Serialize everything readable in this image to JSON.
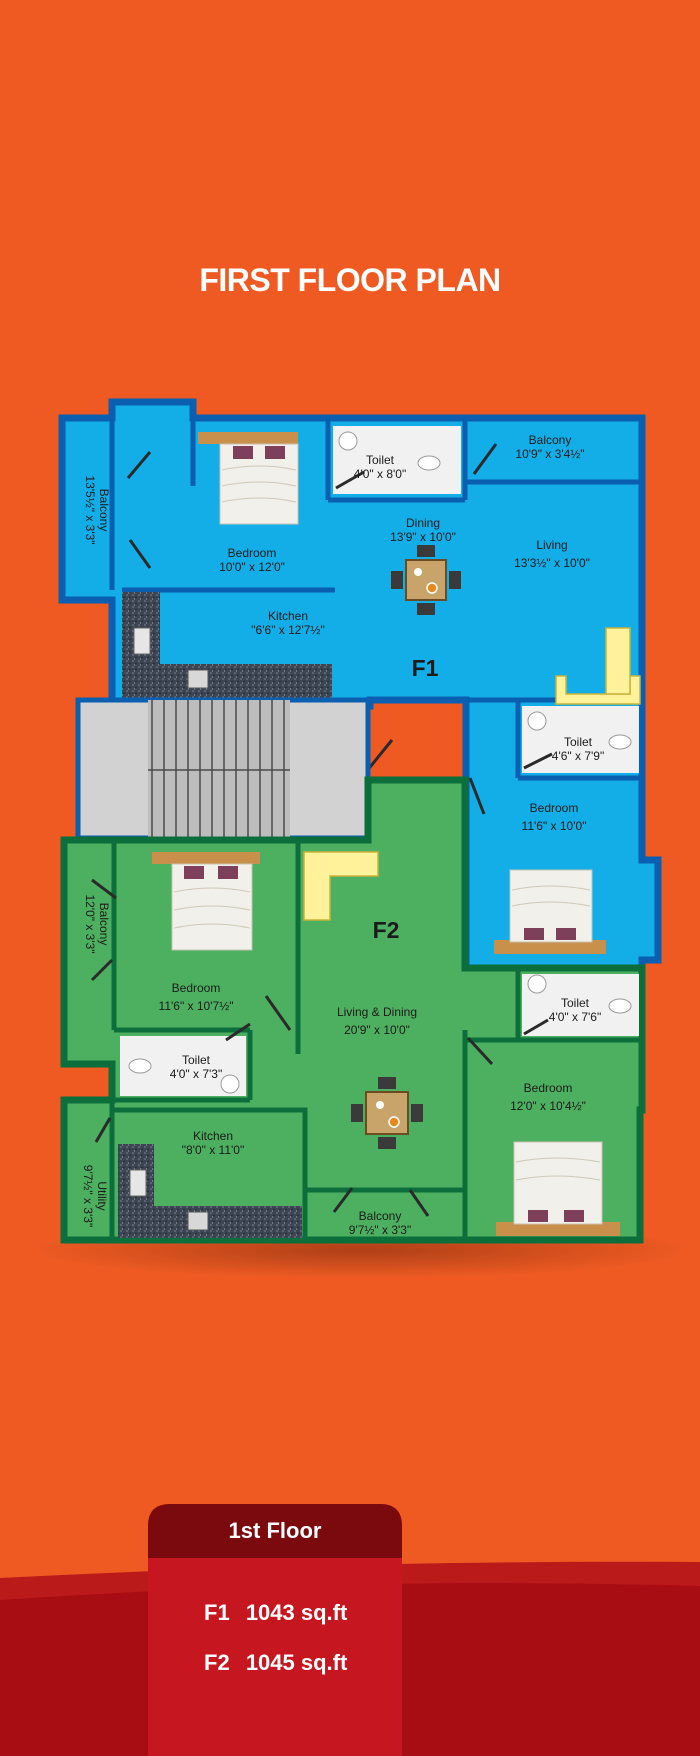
{
  "title": "FIRST FLOOR PLAN",
  "units": {
    "f1": "F1",
    "f2": "F2"
  },
  "rooms": {
    "f1_balcony_left": {
      "name": "Balcony",
      "size": "13'5½\" x 3'3\""
    },
    "f1_bedroom_top": {
      "name": "Bedroom",
      "size": "10'0\" x 12'0\""
    },
    "f1_toilet_top": {
      "name": "Toilet",
      "size": "4'0\" x 8'0\""
    },
    "f1_balcony_top": {
      "name": "Balcony",
      "size": "10'9\" x 3'4½\""
    },
    "f1_dining": {
      "name": "Dining",
      "size": "13'9\" x 10'0\""
    },
    "f1_living": {
      "name": "Living",
      "size": "13'3½\" x 10'0\""
    },
    "f1_kitchen": {
      "name": "Kitchen",
      "size": "\"6'6\" x 12'7½\""
    },
    "f1_toilet_right": {
      "name": "Toilet",
      "size": "4'6\" x 7'9\""
    },
    "f1_bedroom_right": {
      "name": "Bedroom",
      "size": "11'6\" x 10'0\""
    },
    "f2_balcony_left": {
      "name": "Balcony",
      "size": "12'0\" x 3'3\""
    },
    "f2_bedroom_left": {
      "name": "Bedroom",
      "size": "11'6\" x 10'7½\""
    },
    "f2_living_dining": {
      "name": "Living & Dining",
      "size": "20'9\" x 10'0\""
    },
    "f2_toilet_left": {
      "name": "Toilet",
      "size": "4'0\" x 7'3\""
    },
    "f2_toilet_right": {
      "name": "Toilet",
      "size": "4'0\" x 7'6\""
    },
    "f2_bedroom_right": {
      "name": "Bedroom",
      "size": "12'0\" x 10'4½\""
    },
    "f2_kitchen": {
      "name": "Kitchen",
      "size": "\"8'0\" x 11'0\""
    },
    "f2_utility": {
      "name": "Utility",
      "size": "9'7½\" x 3'3\""
    },
    "f2_balcony_bottom": {
      "name": "Balcony",
      "size": "9'7½\" x 3'3\""
    }
  },
  "footer": {
    "heading": "1st Floor",
    "f1_label": "F1",
    "f1_area": "1043 sq.ft",
    "f2_label": "F2",
    "f2_area": "1045 sq.ft"
  },
  "colors": {
    "background": "#ee5a22",
    "f1_fill": "#13aee8",
    "f1_wall": "#0b5fb0",
    "f2_fill": "#4db060",
    "f2_wall": "#0c6e3a",
    "footer_red": "#a80d14",
    "tab_dark": "#7a0a0d"
  }
}
